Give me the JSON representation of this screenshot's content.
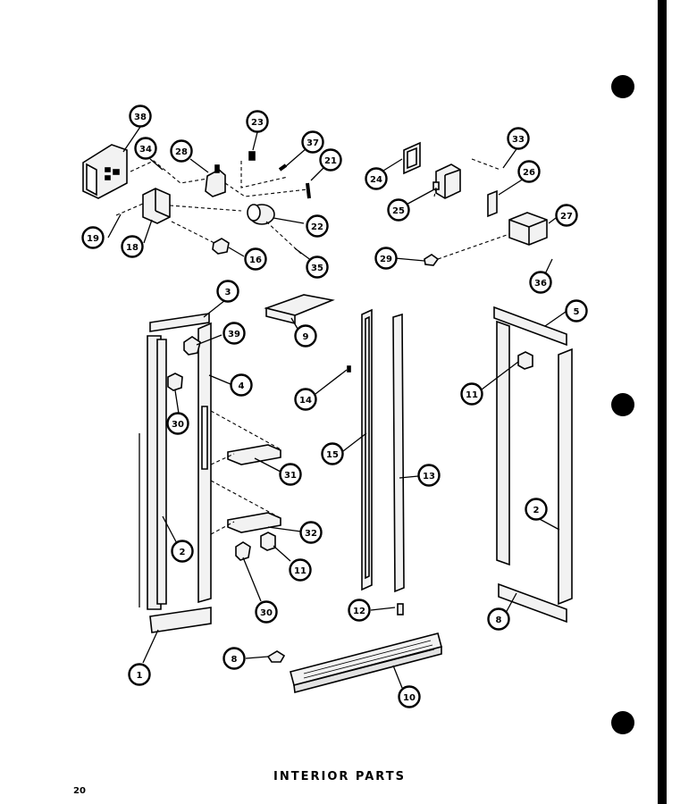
{
  "caption": "INTERIOR PARTS",
  "page_number": "20",
  "callouts": [
    "38",
    "34",
    "28",
    "23",
    "37",
    "21",
    "24",
    "33",
    "26",
    "19",
    "18",
    "22",
    "16",
    "35",
    "25",
    "27",
    "29",
    "36",
    "3",
    "9",
    "39",
    "4",
    "5",
    "14",
    "11",
    "30",
    "31",
    "15",
    "13",
    "2",
    "32",
    "11",
    "2",
    "30",
    "12",
    "8",
    "1",
    "8",
    "10"
  ],
  "colors": {
    "ink": "#000000",
    "paper": "#ffffff",
    "part_fill": "#f2f2f2"
  }
}
